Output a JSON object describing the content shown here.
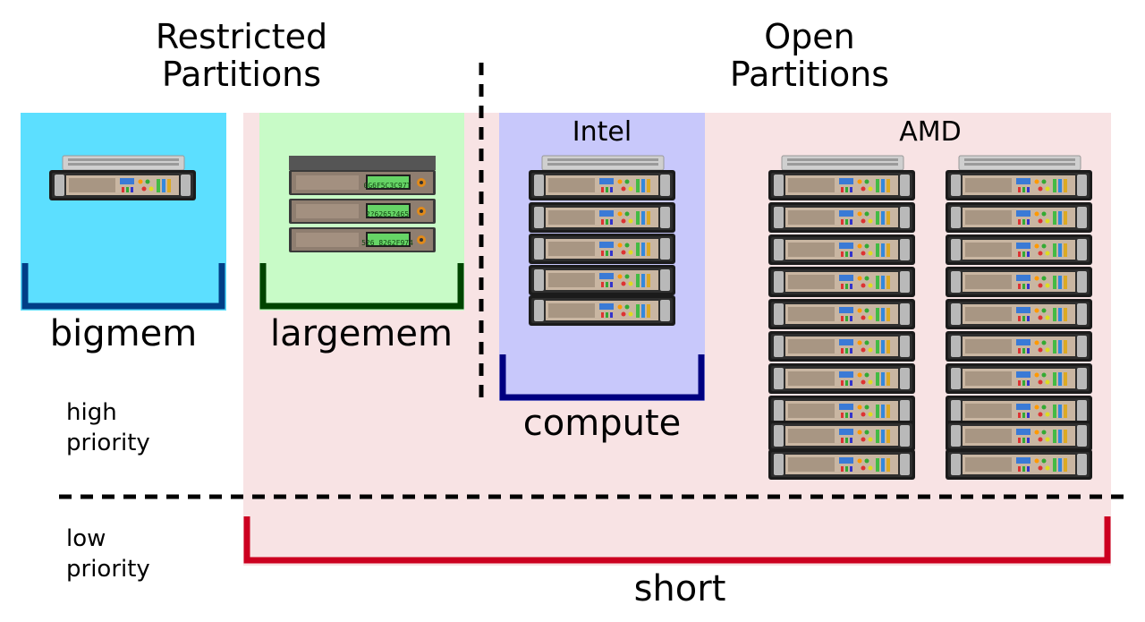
{
  "headers": {
    "restricted": [
      "Restricted",
      "Partitions"
    ],
    "open": [
      "Open",
      "Partitions"
    ]
  },
  "partitions": {
    "bigmem": {
      "label": "bigmem",
      "color": "#5cdfff",
      "bracket_color": "#003f87"
    },
    "largemem": {
      "label": "largemem",
      "color": "#c8fbc7",
      "bracket_color": "#004400"
    },
    "compute": {
      "label": "compute",
      "color": "#c8c8fb",
      "bracket_color": "#000080"
    },
    "short": {
      "label": "short",
      "color": "#f8e3e4",
      "bracket_color": "#cc0020"
    }
  },
  "groups": {
    "intel": "Intel",
    "amd": "AMD"
  },
  "priority": {
    "high": [
      "high",
      "priority"
    ],
    "low": [
      "low",
      "priority"
    ]
  },
  "largemem_displays": [
    "0G6F5C3C97T",
    "2?6265?465",
    "526 8262F974"
  ]
}
